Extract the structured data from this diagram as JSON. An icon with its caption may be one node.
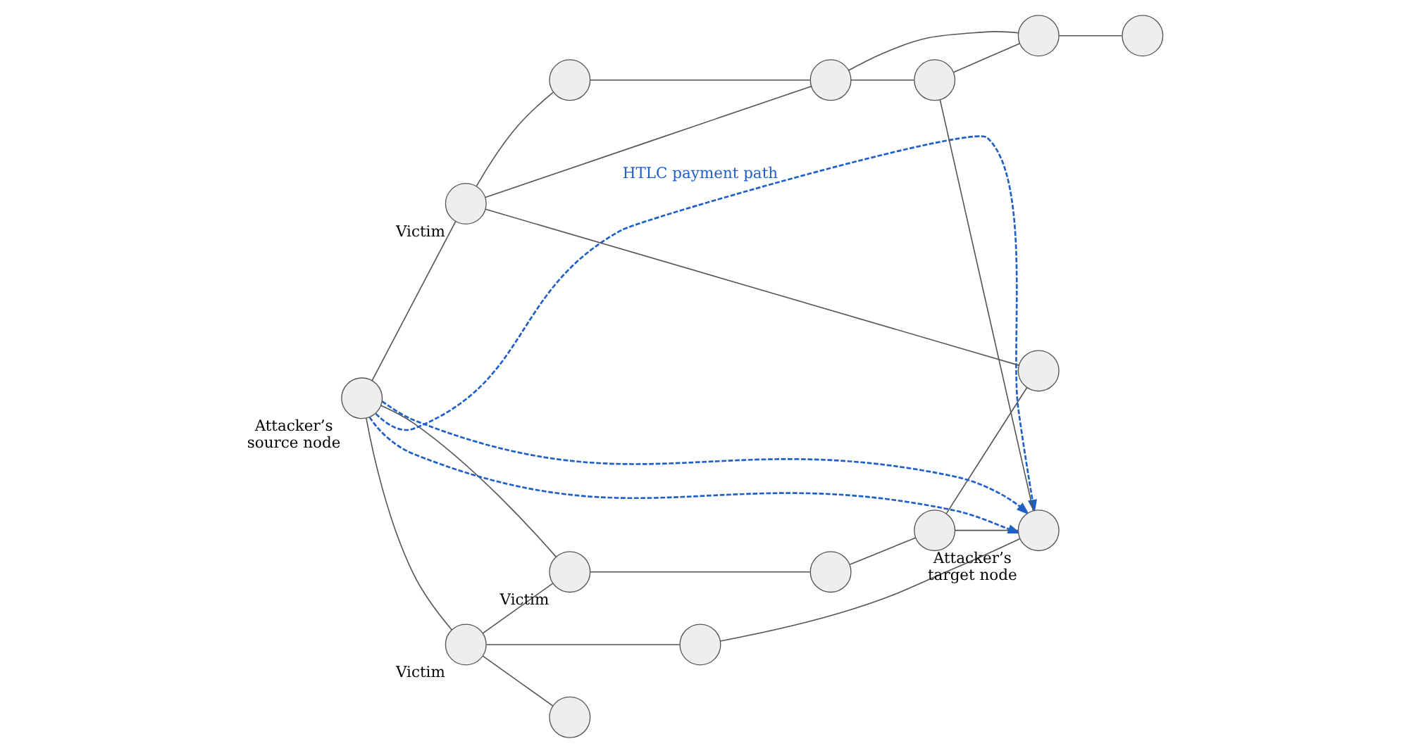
{
  "diagram": {
    "nodes": [
      {
        "text": [],
        "shape": "circle"
      },
      {
        "text": [],
        "shape": "circle",
        "beside": [
          "Victim"
        ]
      },
      {
        "text": [],
        "shape": "circle"
      },
      {
        "text": [],
        "shape": "circle"
      },
      {
        "text": [],
        "shape": "circle",
        "beside": [
          "Victim"
        ]
      },
      {
        "text": [],
        "shape": "circle"
      },
      {
        "text": [],
        "shape": "circle",
        "beside": [
          "Attacker’s target node"
        ]
      },
      {
        "text": [],
        "shape": "circle",
        "beside": [
          "Attacker’s source node"
        ]
      },
      {
        "text": [],
        "shape": "circle"
      },
      {
        "text": [],
        "shape": "circle"
      },
      {
        "text": [],
        "shape": "circle",
        "beside": [
          "Victim"
        ]
      },
      {
        "text": [],
        "shape": "circle"
      },
      {
        "text": [],
        "shape": "circle"
      },
      {
        "text": [],
        "shape": "circle"
      },
      {
        "text": [],
        "shape": "circle"
      }
    ],
    "edges": [
      {
        "from": 7,
        "to": 1,
        "arrow": "none"
      },
      {
        "from": 7,
        "to": 4,
        "arrow": "none"
      },
      {
        "from": 1,
        "to": 4,
        "arrow": "none"
      },
      {
        "from": 1,
        "to": 0,
        "arrow": "none"
      },
      {
        "from": 1,
        "to": 2,
        "arrow": "none"
      },
      {
        "from": 2,
        "to": 6,
        "arrow": "none"
      },
      {
        "from": 4,
        "to": 3,
        "arrow": "none"
      },
      {
        "from": 3,
        "to": 5,
        "arrow": "none"
      },
      {
        "from": 5,
        "to": 6,
        "arrow": "none"
      },
      {
        "from": 5,
        "to": 8,
        "arrow": "none"
      },
      {
        "from": 7,
        "to": 10,
        "arrow": "none"
      },
      {
        "from": 10,
        "to": 8,
        "arrow": "none"
      },
      {
        "from": 10,
        "to": 11,
        "arrow": "none"
      },
      {
        "from": 10,
        "to": 14,
        "arrow": "none"
      },
      {
        "from": 14,
        "to": 11,
        "arrow": "none"
      },
      {
        "from": 11,
        "to": 9,
        "arrow": "none"
      },
      {
        "from": 11,
        "to": 13,
        "arrow": "none"
      },
      {
        "from": 9,
        "to": 6,
        "arrow": "none"
      },
      {
        "from": 9,
        "to": 13,
        "arrow": "none"
      },
      {
        "from": 13,
        "to": 12,
        "arrow": "none"
      },
      {
        "from": 7,
        "to": 6,
        "arrow": "to",
        "style": "dashed",
        "color": "#1f5fc8",
        "label": "HTLC payment path"
      },
      {
        "from": 7,
        "to": 6,
        "arrow": "to",
        "style": "dashed",
        "color": "#1f5fc8"
      },
      {
        "from": 7,
        "to": 6,
        "arrow": "to",
        "style": "dashed",
        "color": "#1f5fc8"
      }
    ]
  }
}
